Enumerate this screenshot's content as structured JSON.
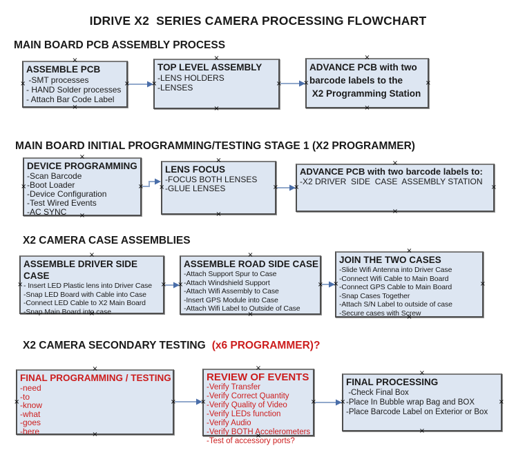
{
  "title": "IDRIVE X2  SERIES CAMERA PROCESSING FLOWCHART",
  "sections": [
    {
      "heading": "MAIN BOARD PCB ASSEMBLY PROCESS"
    },
    {
      "heading": "MAIN BOARD INITIAL PROGRAMMING/TESTING STAGE 1 (X2 PROGRAMMER)"
    },
    {
      "heading": "X2 CAMERA CASE ASSEMBLIES"
    },
    {
      "heading": "X2 CAMERA SECONDARY TESTING",
      "heading_red": "(x6 PROGRAMMER)?"
    }
  ],
  "boxes": [
    {
      "title": "ASSEMBLE PCB",
      "items": [
        " -SMT processes",
        "- HAND Solder processes",
        "- Attach Bar Code Label"
      ]
    },
    {
      "title": "TOP LEVEL ASSEMBLY",
      "items": [
        "-LENS HOLDERS",
        "-LENSES"
      ]
    },
    {
      "title": "ADVANCE PCB with two barcode labels to the",
      "items": [
        " X2 Programming Station"
      ]
    },
    {
      "title": "DEVICE PROGRAMMING",
      "items": [
        "-Scan Barcode",
        "-Boot Loader",
        "-Device Configuration",
        "-Test Wired Events",
        "-AC SYNC"
      ]
    },
    {
      "title": "LENS FOCUS",
      "items": [
        "-FOCUS BOTH LENSES",
        "-GLUE LENSES"
      ]
    },
    {
      "title": "ADVANCE PCB with two barcode labels to:",
      "items": [
        "-X2 DRIVER  SIDE  CASE  ASSEMBLY STATION"
      ]
    },
    {
      "title": "ASSEMBLE DRIVER SIDE CASE",
      "items": [
        "- Insert LED Plastic lens into Driver Case",
        "-Snap LED Board with Cable into Case",
        "-Connect LED Cable to X2 Main Board",
        "-Snap Main Board into case"
      ]
    },
    {
      "title": "ASSEMBLE ROAD SIDE CASE",
      "items": [
        "-Attach Support Spur to Case",
        "-Attach Windshield Support",
        "-Attach Wifi Assembly to Case",
        "-Insert GPS Module into Case",
        "-Attach Wifi Label to Outside of Case"
      ]
    },
    {
      "title": "JOIN THE TWO CASES",
      "items": [
        "-Slide Wifi Antenna into Driver Case",
        "-Connect Wifi Cable to Main Board",
        "-Connect GPS Cable to Main Board",
        "-Snap Cases Together",
        "-Attach S/N Label to outside of case",
        "-Secure cases with Screw"
      ]
    },
    {
      "title": "FINAL PROGRAMMING / TESTING",
      "items": [
        "-need",
        "-to",
        "-know",
        "-what",
        "-goes",
        "-here"
      ]
    },
    {
      "title": "REVIEW OF EVENTS",
      "items": [
        "-Verify Transfer",
        "-Verify Correct Quantity",
        "-Verify Quality of Video",
        "-Verify LEDs function",
        "-Verify Audio",
        "-Verify BOTH Accelerometers",
        "-Test of accessory ports?"
      ]
    },
    {
      "title": "FINAL PROCESSING",
      "items": [
        " -Check Final Box",
        "-Place In Bubble wrap Bag and BOX",
        "-Place Barcode Label on Exterior or Box"
      ]
    }
  ],
  "icons": {
    "connection_anchor": "×"
  },
  "colors": {
    "box_fill": "#dde6f2",
    "box_border": "#4e4e4e",
    "box_shadow": "#979797",
    "red_text": "#cc1d1d",
    "arrow_line": "#91a8cb",
    "arrow_head": "#4a6ea9",
    "text": "#1a1a1a"
  }
}
